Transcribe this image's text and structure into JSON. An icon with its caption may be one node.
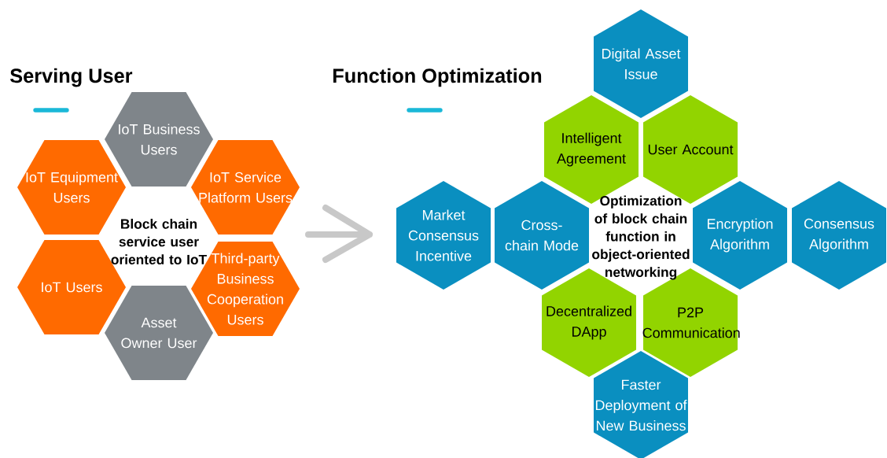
{
  "diagram": {
    "nodes": [
      {
        "text": [
          "IoT Business Users"
        ]
      },
      {
        "text": [
          "IoT Equipment Users"
        ]
      },
      {
        "text": [
          "IoT Service Platform Users"
        ]
      },
      {
        "text": [
          "IoT Users"
        ]
      },
      {
        "text": [
          "Third-party Business Cooperation Users"
        ]
      },
      {
        "text": [
          "Asset Owner User"
        ]
      },
      {
        "text": [
          "Digital Asset Issue"
        ]
      },
      {
        "text": [
          "Intelligent Agreement"
        ]
      },
      {
        "text": [
          "User Account"
        ]
      },
      {
        "text": [
          "Market Consensus Incentive"
        ]
      },
      {
        "text": [
          "Cross-chain Mode"
        ]
      },
      {
        "text": [
          "Encryption Algorithm"
        ]
      },
      {
        "text": [
          "Consensus Algorithm"
        ]
      },
      {
        "text": [
          "Decentralized DApp"
        ]
      },
      {
        "text": [
          "P2P Communication"
        ]
      },
      {
        "text": [
          "Faster Deployment of New Business"
        ]
      }
    ],
    "labels": [
      "Serving User",
      "Function Optimization",
      "Block chain service user oriented to IoT",
      "Optimization of block chain function in object-oriented networking"
    ]
  }
}
